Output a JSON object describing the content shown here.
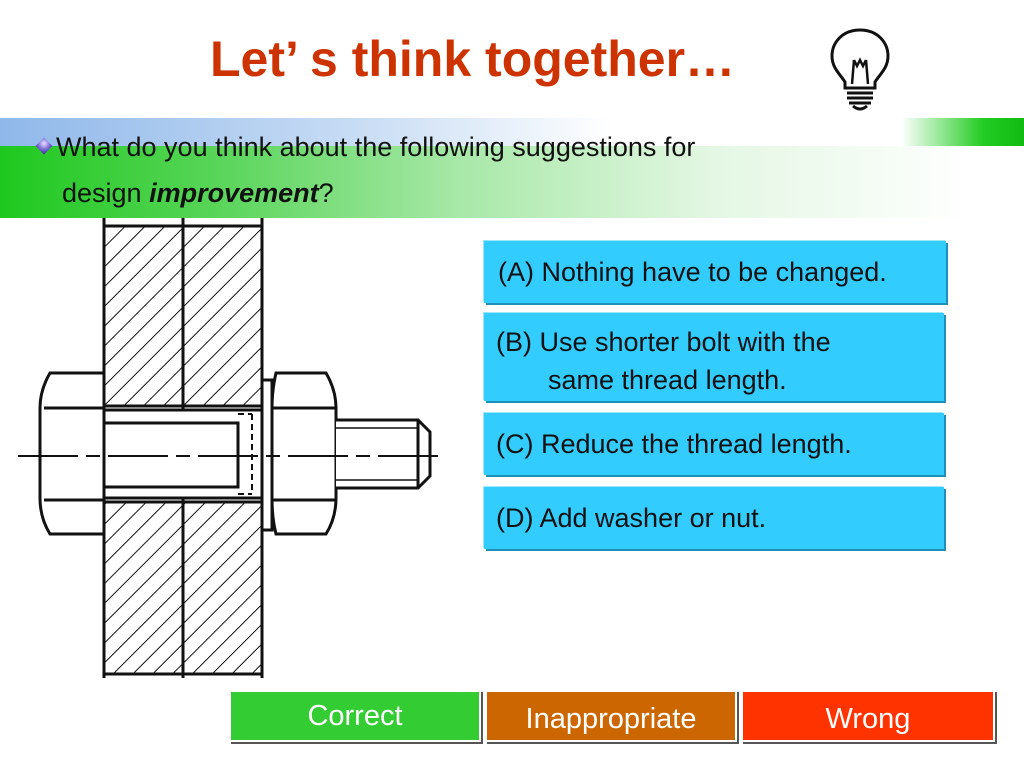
{
  "slide": {
    "title": "Let’ s think together…",
    "question_line1": "What do you think about the following suggestions for",
    "question_line2_prefix": "design ",
    "question_emphasis": "improvement",
    "question_suffix": "?"
  },
  "options": {
    "a": "(A) Nothing have to be changed.",
    "b_line1": "(B) Use shorter bolt with the",
    "b_line2": "same thread length.",
    "c": "(C) Reduce the thread length.",
    "d": "(D) Add washer or nut."
  },
  "buttons": {
    "correct": "Correct",
    "inappropriate": "Inappropriate",
    "wrong": "Wrong"
  },
  "colors": {
    "title": "#cc3300",
    "option_bg": "#33ccff",
    "correct": "#33cc33",
    "inappropriate": "#cc6600",
    "wrong": "#ff3300"
  },
  "icons": {
    "title_icon": "lightbulb-icon",
    "bullet": "diamond-bullet-icon",
    "diagram": "bolt-joint-cross-section"
  }
}
